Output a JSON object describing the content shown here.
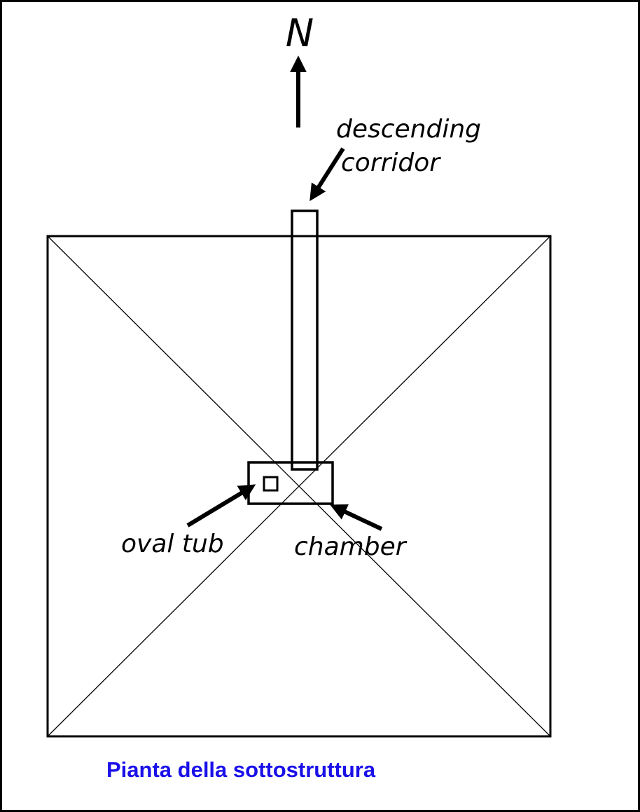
{
  "north_label": "N",
  "labels": {
    "corridor_line1": "descending",
    "corridor_line2": "corridor",
    "oval_tub": "oval tub",
    "chamber": "chamber"
  },
  "caption": "Pianta della sottostruttura",
  "colors": {
    "caption": "#1a10e8",
    "lines": "#000000"
  },
  "icons": {
    "north_arrow": "arrow-up-icon"
  }
}
